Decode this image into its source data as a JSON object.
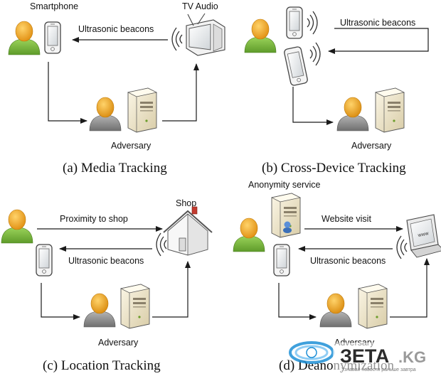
{
  "panels": {
    "a": {
      "caption": "(a) Media Tracking",
      "phone_label": "Smartphone",
      "tv_label": "TV Audio",
      "beacon_label": "Ultrasonic beacons",
      "adversary_label": "Adversary"
    },
    "b": {
      "caption": "(b) Cross-Device Tracking",
      "beacon_label": "Ultrasonic beacons",
      "adversary_label": "Adversary"
    },
    "c": {
      "caption": "(c) Location Tracking",
      "shop_label": "Shop",
      "proximity_label": "Proximity to shop",
      "beacon_label": "Ultrasonic beacons",
      "adversary_label": "Adversary"
    },
    "d": {
      "caption": "(d) Deanonymization",
      "service_label": "Anonymity service",
      "visit_label": "Website visit",
      "beacon_label": "Ultrasonic beacons",
      "adversary_label": "Adversary"
    }
  },
  "watermark": {
    "brand_left": "ЗЕТА",
    "brand_right": ".KG",
    "tagline": "Узнавай новости раньше завтра"
  },
  "colors": {
    "person_head": "#f0a820",
    "person_body": "#7ab83c",
    "adversary_body": "#8a8a8a",
    "device_frame": "#555555",
    "computer_case": "#efe6cc",
    "house_roof": "#c23a2f"
  },
  "icons": [
    "person-icon",
    "smartphone-icon",
    "tv-icon",
    "computer-icon",
    "house-icon",
    "laptop-icon",
    "sound-waves-icon"
  ]
}
